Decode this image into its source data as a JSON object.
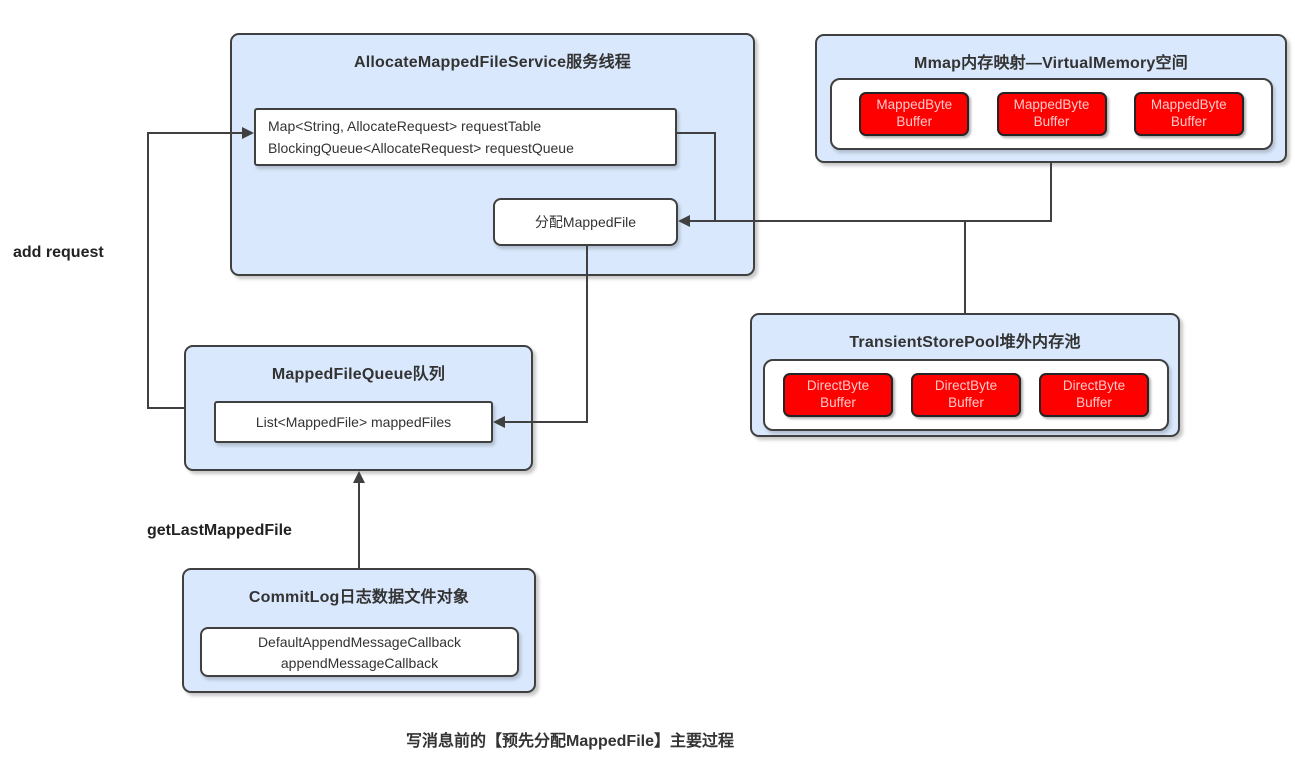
{
  "caption": "写消息前的【预先分配MappedFile】主要过程",
  "edge_labels": {
    "add_request": "add request",
    "get_last_mapped_file": "getLastMappedFile"
  },
  "boxes": {
    "allocate_service": {
      "title": "AllocateMappedFileService服务线程",
      "request_table": {
        "line1": "Map<String, AllocateRequest> requestTable",
        "line2": "BlockingQueue<AllocateRequest> requestQueue"
      },
      "allocate_action": "分配MappedFile"
    },
    "mmap": {
      "title": "Mmap内存映射—VirtualMemory空间",
      "buffers": [
        "MappedByte Buffer",
        "MappedByte Buffer",
        "MappedByte Buffer"
      ]
    },
    "transient_pool": {
      "title": "TransientStorePool堆外内存池",
      "buffers": [
        "DirectByte Buffer",
        "DirectByte Buffer",
        "DirectByte Buffer"
      ]
    },
    "mapped_file_queue": {
      "title": "MappedFileQueue队列",
      "list": "List<MappedFile> mappedFiles"
    },
    "commit_log": {
      "title": "CommitLog日志数据文件对象",
      "callback": {
        "line1": "DefaultAppendMessageCallback",
        "line2": "appendMessageCallback"
      }
    }
  },
  "colors": {
    "node_fill": "#d9e8fc",
    "node_border": "#404040",
    "buffer_fill": "#ff0000",
    "buffer_border": "#242424",
    "buffer_text": "#ffc9c9",
    "line": "#404040",
    "text": "#333333"
  }
}
